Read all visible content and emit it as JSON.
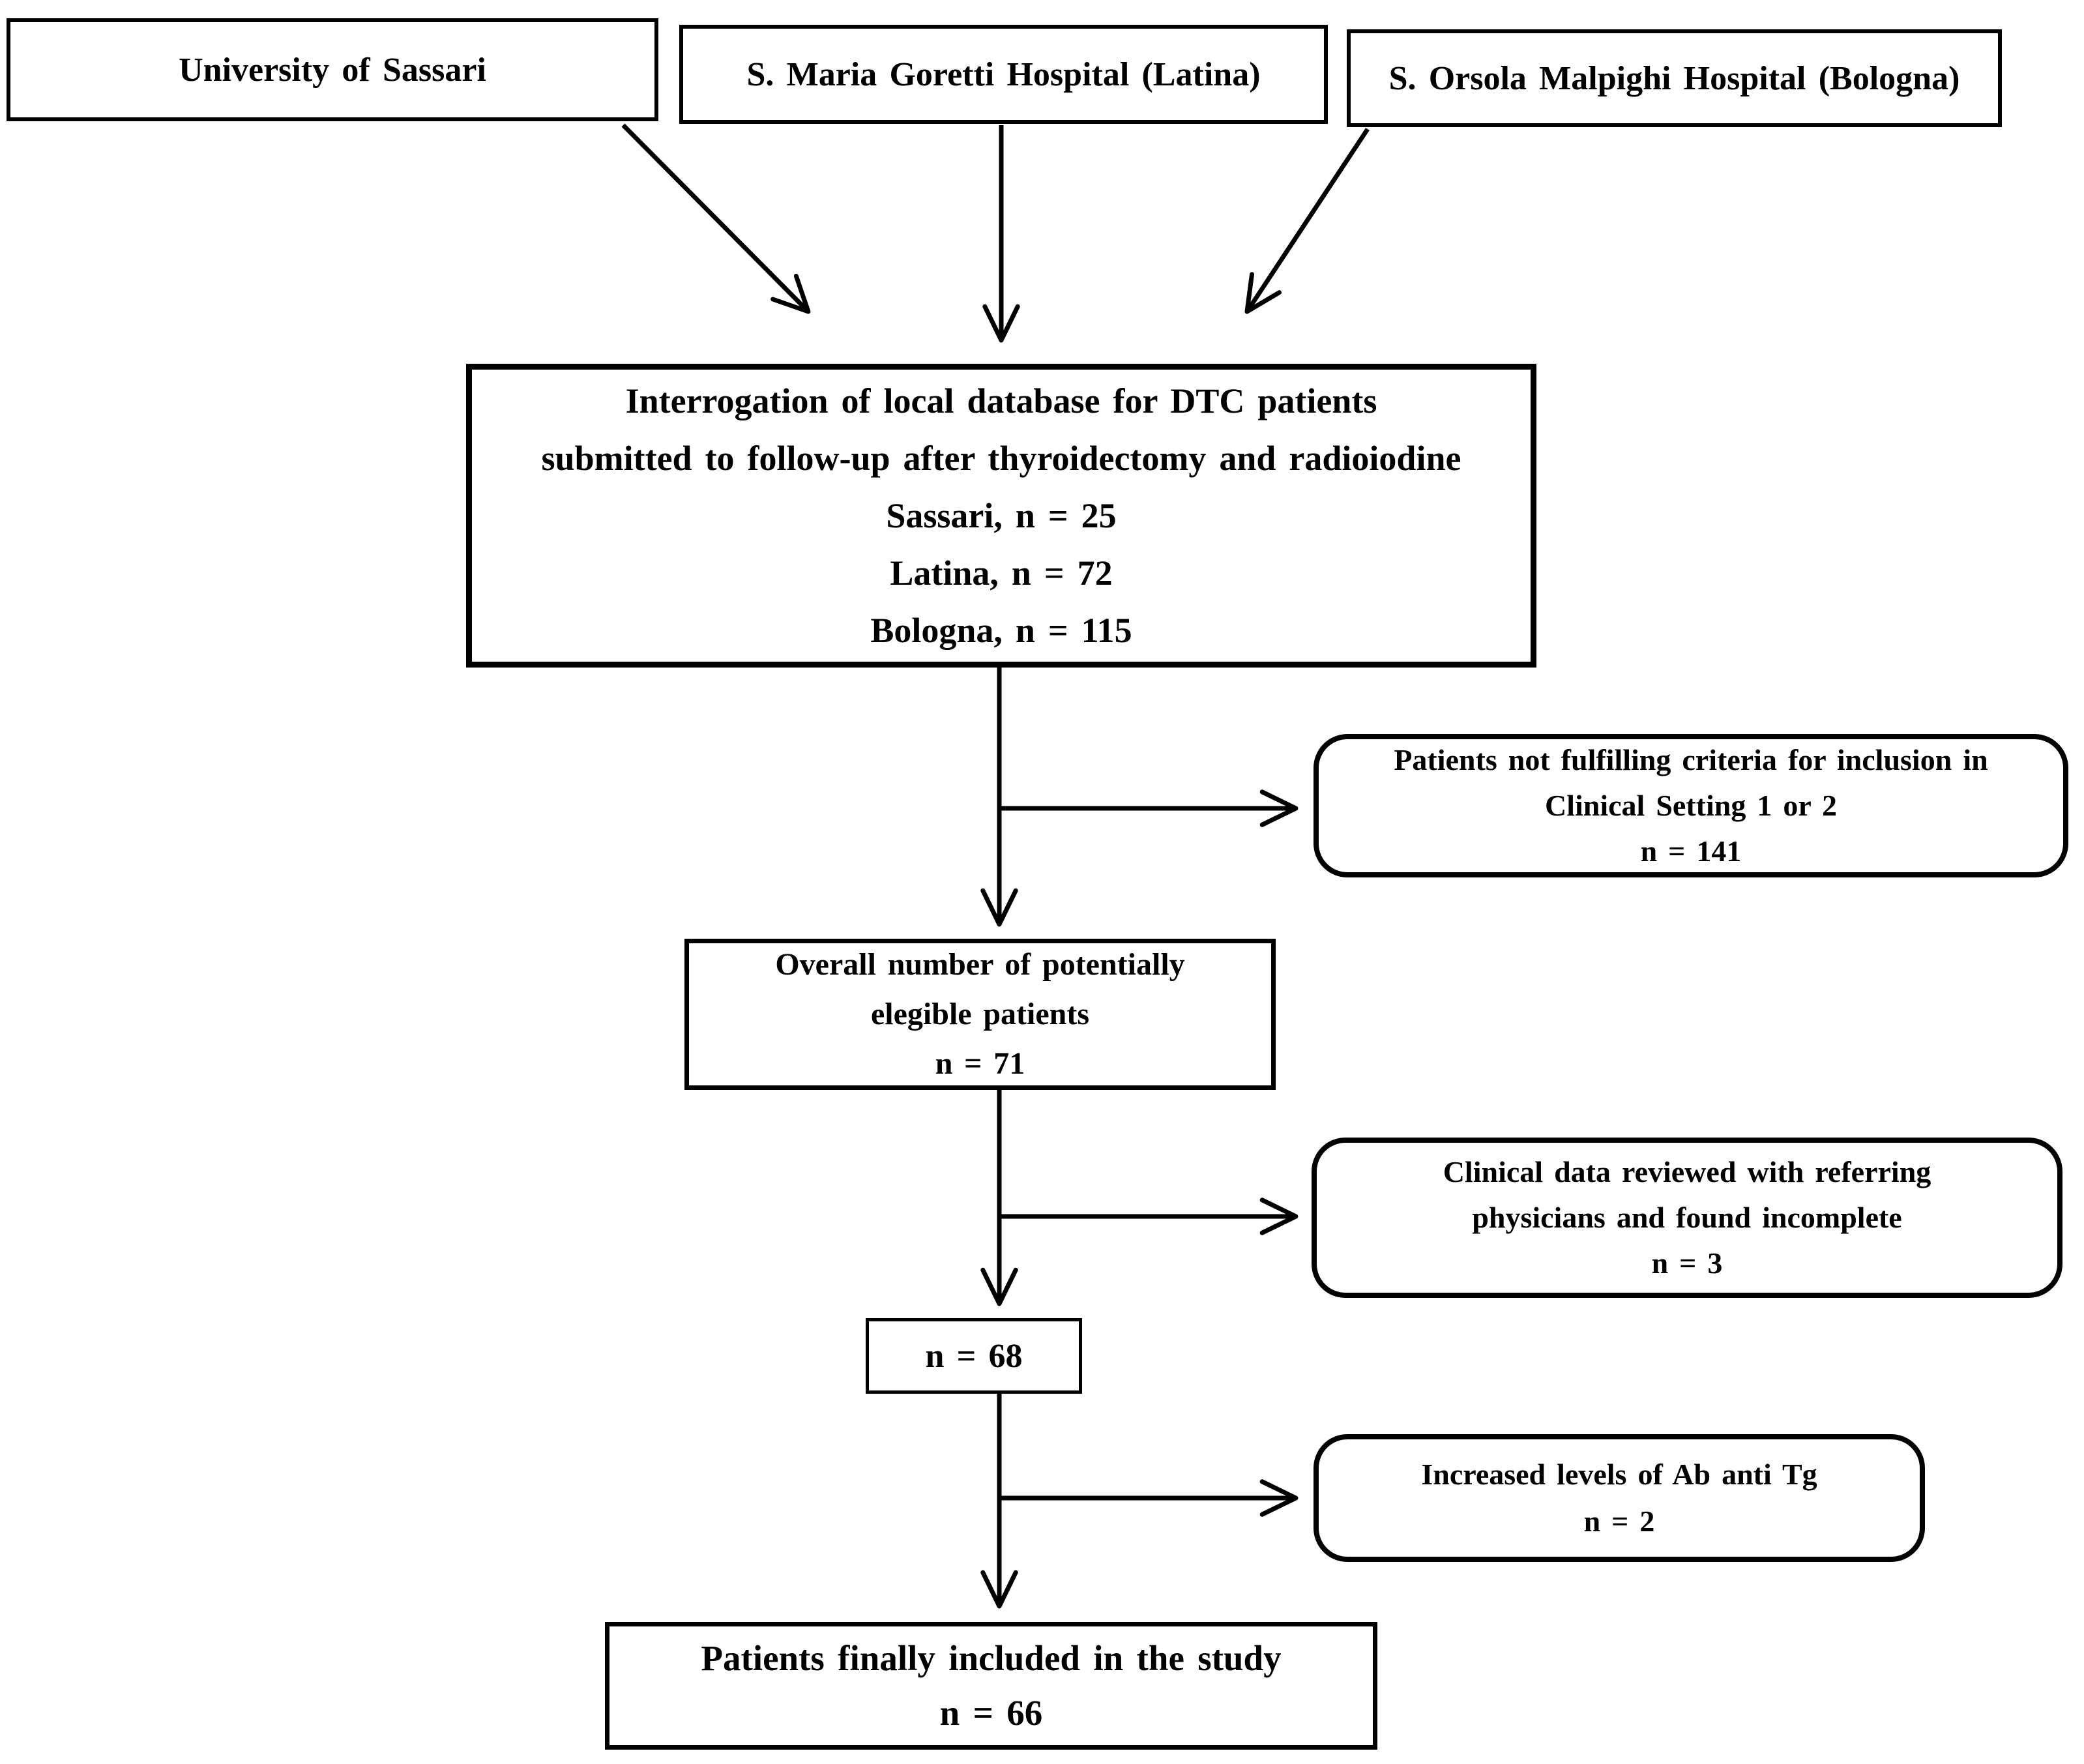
{
  "colors": {
    "line": "#000000",
    "text": "#000000",
    "box_fill": "#ffffff",
    "background": "#ffffff"
  },
  "flowchart": {
    "sources": [
      {
        "label": "University of Sassari"
      },
      {
        "label": "S. Maria Goretti Hospital (Latina)"
      },
      {
        "label": "S. Orsola Malpighi Hospital (Bologna)"
      }
    ],
    "database": {
      "line1": "Interrogation of local database for DTC patients",
      "line2": "submitted to follow-up after thyroidectomy and radioiodine",
      "count1": "Sassari, n = 25",
      "count2": "Latina, n = 72",
      "count3": "Bologna, n = 115"
    },
    "not_fulfilling": {
      "line1": "Patients not fulfilling criteria for inclusion in",
      "line2": "Clinical Setting 1 or 2",
      "count": "n = 141"
    },
    "eligible": {
      "line1": "Overall number of potentially",
      "line2": "elegible patients",
      "count": "n = 71"
    },
    "incomplete": {
      "line1": "Clinical data reviewed with referring",
      "line2": "physicians and found incomplete",
      "count": "n = 3"
    },
    "after_review": {
      "count": "n = 68"
    },
    "ab_anti_tg": {
      "line1": "Increased levels of Ab anti Tg",
      "count": "n = 2"
    },
    "final": {
      "line1": "Patients finally included in the study",
      "count": "n = 66"
    }
  }
}
